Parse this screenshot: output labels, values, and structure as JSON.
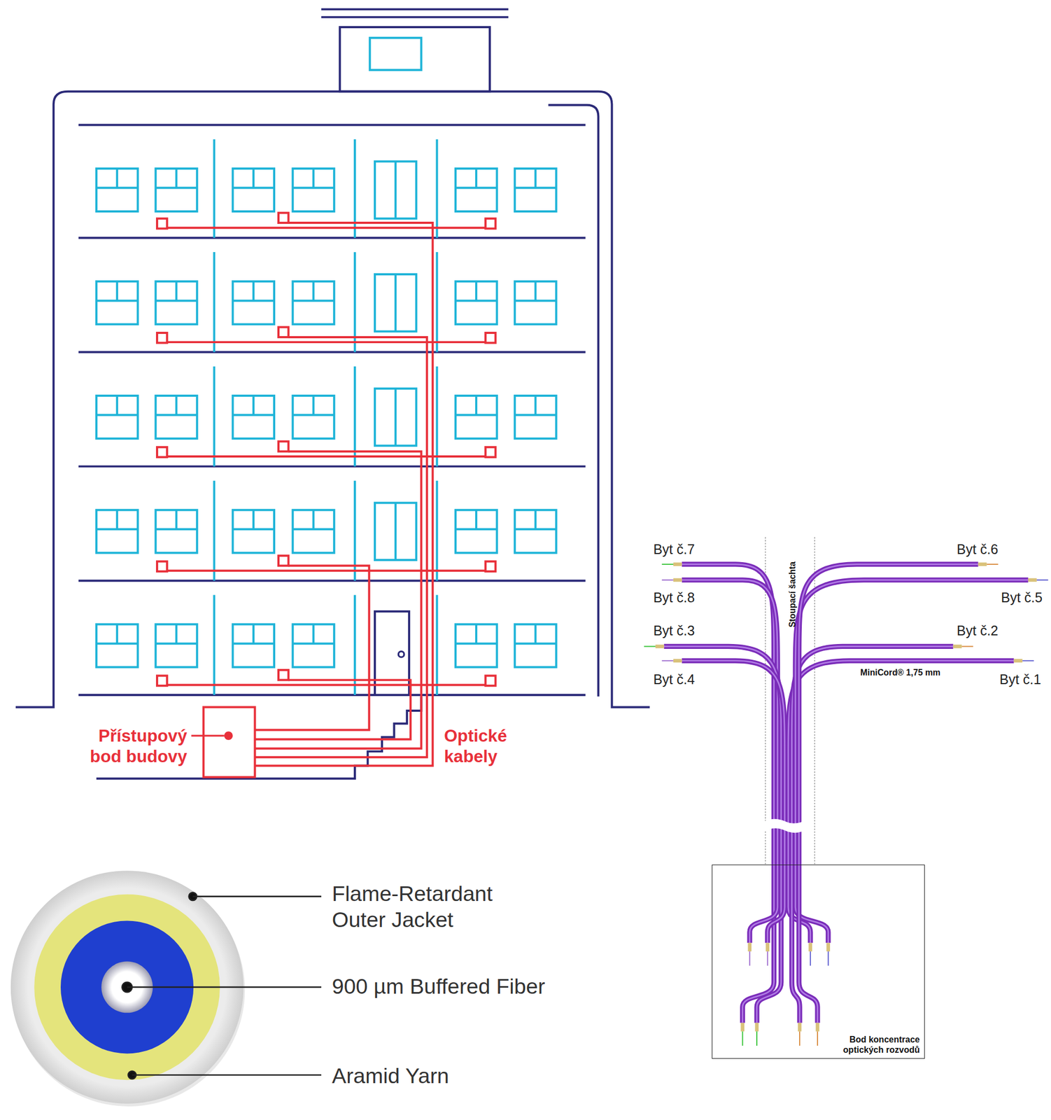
{
  "diagram": {
    "nodes": [
      {
        "text": [
          "Bod koncentrace optických rozvodů"
        ]
      }
    ],
    "labels": [
      "Přístupový bod budovy",
      "Optické kabely",
      "Byt č.7",
      "Byt č.6",
      "Byt č.8",
      "Byt č.5",
      "Stoupací šachta",
      "Byt č.3",
      "Byt č.2",
      "Byt č.4",
      "MiniCord® 1,75 mm",
      "Byt č.1",
      "Flame-Retardant Outer Jacket",
      "900 µm Buffered Fiber",
      "Aramid Yarn"
    ]
  }
}
